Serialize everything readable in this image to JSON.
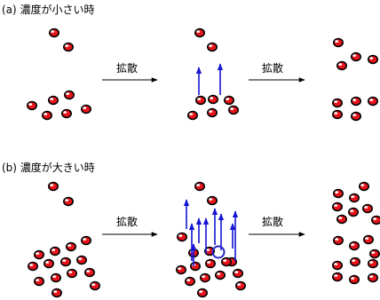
{
  "panel_a": {
    "title": "(a) 濃度が小さい時",
    "arrow1_label": "拡散",
    "arrow2_label": "拡散"
  },
  "panel_b": {
    "title": "(b) 濃度が大きい時",
    "arrow1_label": "拡散",
    "arrow2_label": "拡散"
  },
  "colors": {
    "particle_fill": "#e8141c",
    "particle_outline": "#000000",
    "particle_shine": "#ffffff",
    "flux_arrow": "#1414d2",
    "highlight_ring": "#2828c8",
    "arrow": "#000000"
  }
}
